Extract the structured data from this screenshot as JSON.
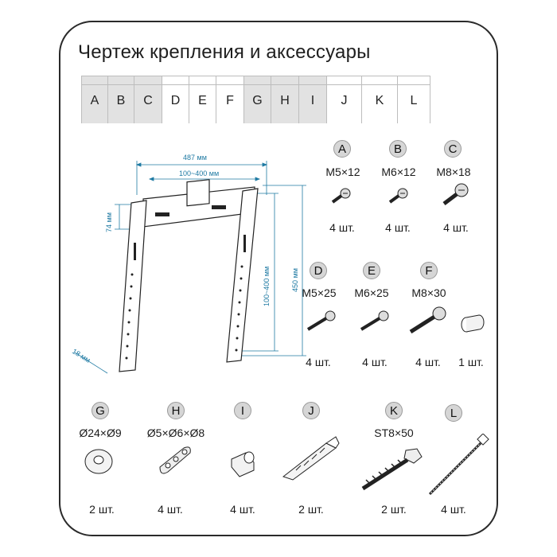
{
  "title": "Чертеж крепления и аксессуары",
  "strip": [
    {
      "letter": "A",
      "shaded": true
    },
    {
      "letter": "B",
      "shaded": true
    },
    {
      "letter": "C",
      "shaded": true
    },
    {
      "letter": "D",
      "shaded": false
    },
    {
      "letter": "E",
      "shaded": false
    },
    {
      "letter": "F",
      "shaded": false
    },
    {
      "letter": "G",
      "shaded": true
    },
    {
      "letter": "H",
      "shaded": true
    },
    {
      "letter": "I",
      "shaded": true
    },
    {
      "letter": "J",
      "shaded": false
    },
    {
      "letter": "K",
      "shaded": false
    },
    {
      "letter": "L",
      "shaded": false
    }
  ],
  "drawing": {
    "width_total": "487 мм",
    "width_holes": "100~400 мм",
    "height_small": "74 мм",
    "height_holes": "100~400 мм",
    "height_total": "450 мм",
    "depth": "18 мм"
  },
  "parts": {
    "A": {
      "letter": "A",
      "spec": "M5×12",
      "qty": "4 шт.",
      "icon": "screw-short-icon"
    },
    "B": {
      "letter": "B",
      "spec": "M6×12",
      "qty": "4 шт.",
      "icon": "screw-short-icon"
    },
    "C": {
      "letter": "C",
      "spec": "M8×18",
      "qty": "4 шт.",
      "icon": "screw-icon"
    },
    "D": {
      "letter": "D",
      "spec": "M5×25",
      "qty": "4 шт.",
      "icon": "screw-long-icon"
    },
    "E": {
      "letter": "E",
      "spec": "M6×25",
      "qty": "4 шт.",
      "icon": "screw-long-icon"
    },
    "F": {
      "letter": "F",
      "spec": "M8×30",
      "qty": "4 шт.",
      "icon": "screw-long-icon"
    },
    "F2": {
      "qty": "1 шт.",
      "icon": "spacer-cylinder-icon"
    },
    "G": {
      "letter": "G",
      "spec": "Ø24×Ø9",
      "qty": "2 шт.",
      "icon": "washer-icon"
    },
    "H": {
      "letter": "H",
      "spec": "Ø5×Ø6×Ø8",
      "qty": "4 шт.",
      "icon": "bracket-plate-icon"
    },
    "I": {
      "letter": "I",
      "spec": "",
      "qty": "4 шт.",
      "icon": "spacer-icon"
    },
    "J": {
      "letter": "J",
      "spec": "",
      "qty": "2 шт.",
      "icon": "wall-anchor-icon"
    },
    "K": {
      "letter": "K",
      "spec": "ST8×50",
      "qty": "2 шт.",
      "icon": "lag-bolt-icon"
    },
    "L": {
      "letter": "L",
      "spec": "",
      "qty": "4 шт.",
      "icon": "cable-tie-icon"
    }
  }
}
